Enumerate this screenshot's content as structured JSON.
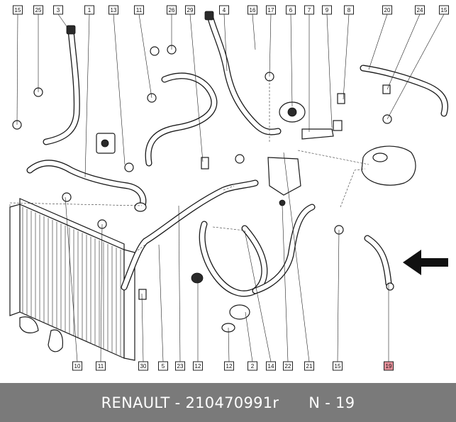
{
  "callouts_top": [
    "15",
    "25",
    "3",
    "1",
    "13",
    "11",
    "26",
    "29",
    "4",
    "16",
    "17",
    "6",
    "7",
    "9",
    "8",
    "20",
    "24",
    "15"
  ],
  "callouts_bottom": [
    "10",
    "11",
    "30",
    "5",
    "23",
    "12",
    "12",
    "2",
    "14",
    "22",
    "21",
    "15",
    "19"
  ],
  "highlight": "19",
  "footer": {
    "brand": "RENAULT",
    "part_number": "210470991r",
    "ref": "N - 19",
    "text": "RENAULT - 210470991r      N - 19"
  },
  "colors": {
    "footer_bg": "#7a7a7a",
    "highlight": "#e8919b",
    "line": "#1a1a1a"
  }
}
